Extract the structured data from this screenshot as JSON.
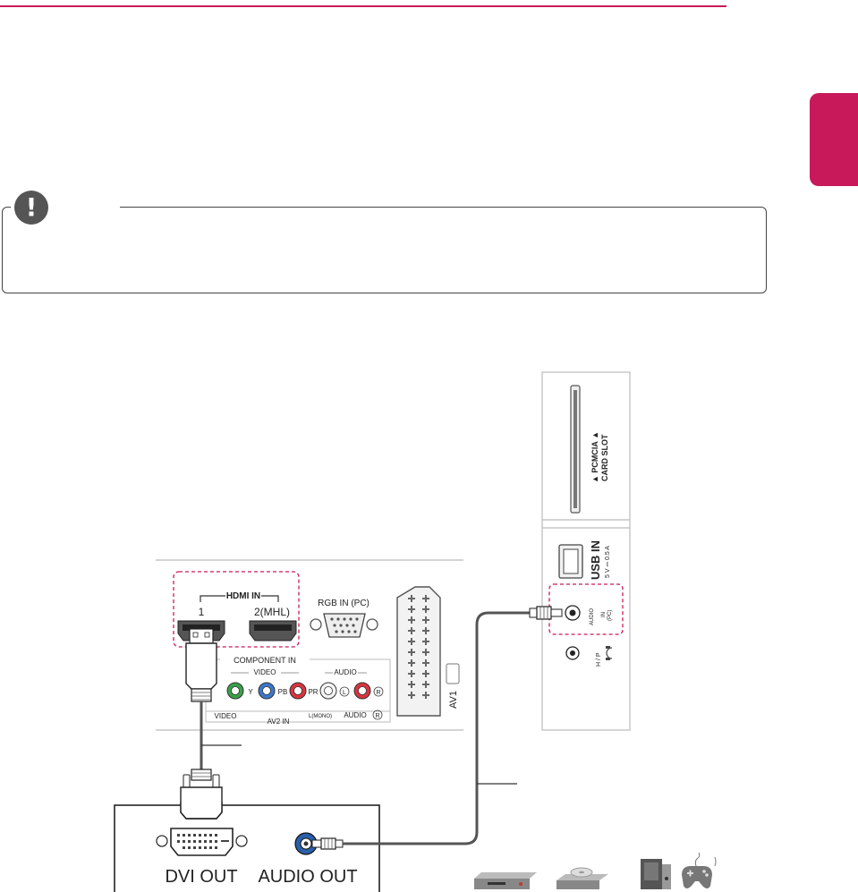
{
  "accent_color": "#c8195a",
  "note_icon_glyph": "!",
  "tv_rear": {
    "hdmi_group_label": "HDMI IN",
    "hdmi_port_1": "1",
    "hdmi_port_2": "2(MHL)",
    "rgb_label": "RGB IN (PC)",
    "component_label": "COMPONENT IN",
    "video_sub_label": "VIDEO",
    "audio_sub_label": "AUDIO",
    "port_y": "Y",
    "port_pb": "PB",
    "port_pr": "PR",
    "port_l": "L",
    "port_r": "R",
    "video_bottom_label": "VIDEO",
    "av2_label": "AV2 IN",
    "mono_label": "L(MONO)",
    "audio_bottom_label": "AUDIO",
    "audio_bottom_r": "R",
    "av1_label": "AV1"
  },
  "tv_side": {
    "pcmcia_label": "▲ PCMCIA ▲",
    "card_slot_label": "CARD SLOT",
    "usb_label": "USB IN",
    "usb_rating": "5 V ⎓ 0.5 A",
    "audio_in_label": "AUDIO",
    "audio_in_sub": "IN",
    "audio_in_pc": "(PC)",
    "hp_label": "H / P"
  },
  "source_device": {
    "dvi_out_label": "DVI OUT",
    "audio_out_label": "AUDIO OUT"
  },
  "device_icons": [
    "dvd-recorder-icon",
    "disc-player-icon",
    "pc-icon",
    "gamepad-icon"
  ]
}
